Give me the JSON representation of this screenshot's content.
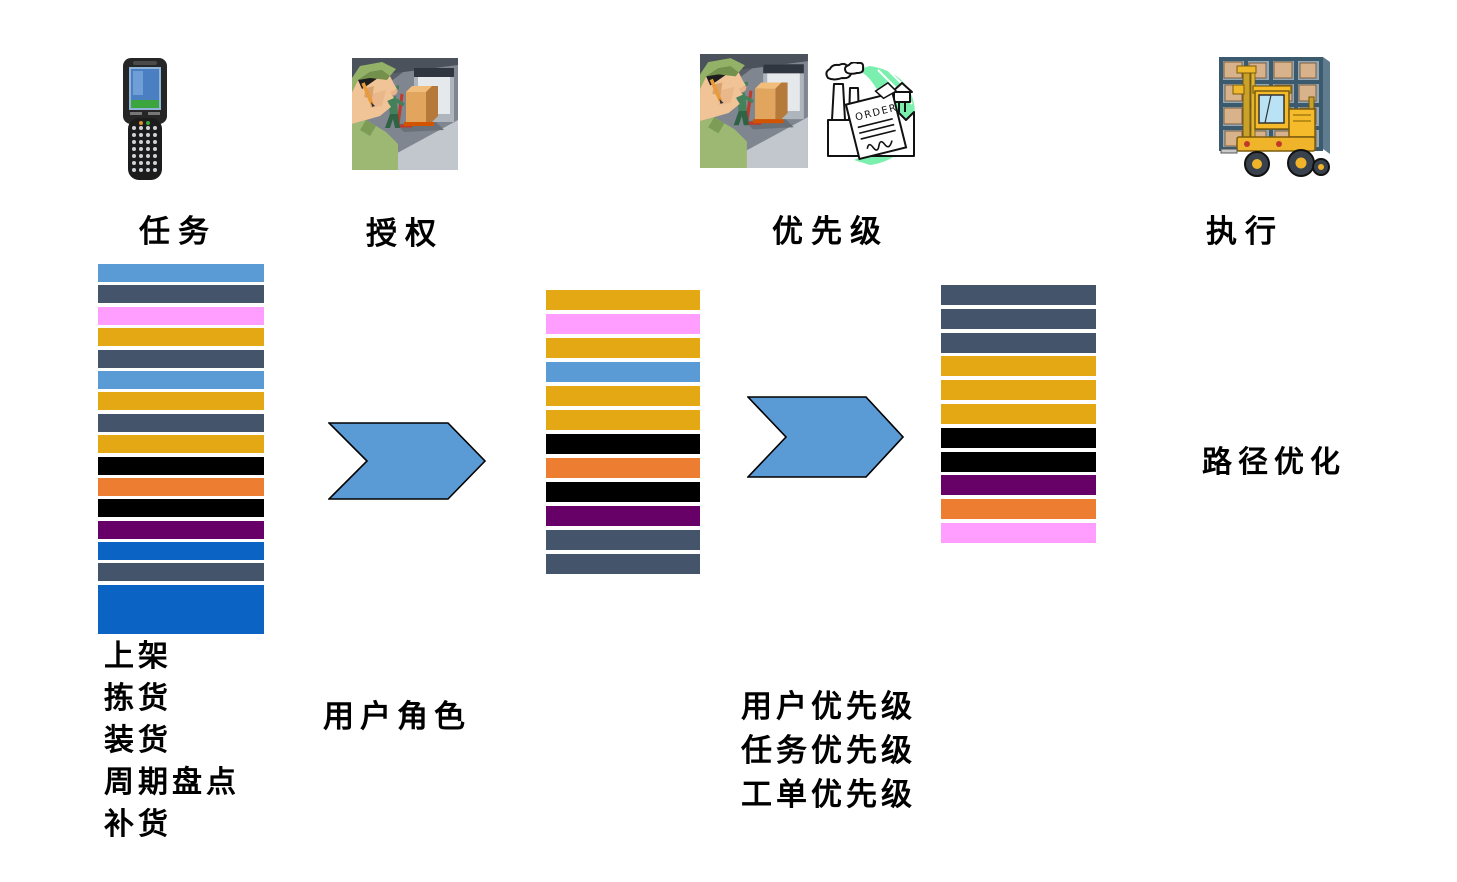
{
  "palette": {
    "lightblue": "#5B9BD5",
    "slate": "#44546A",
    "pink": "#FF9EFF",
    "gold": "#E3A814",
    "black": "#000000",
    "orange": "#ED7D31",
    "purple": "#670067",
    "blue": "#0B64C4",
    "arrow_fill": "#5B9BD5",
    "arrow_stroke": "#000000"
  },
  "titles": {
    "col1": "任务",
    "col2": "授权",
    "col3": "优先级",
    "col4": "执行"
  },
  "labels": {
    "col1_list": [
      "上架",
      "拣货",
      "装货",
      "周期盘点",
      "补货"
    ],
    "col2_label": "用户角色",
    "col3_list": [
      "用户优先级",
      "任务优先级",
      "工单优先级"
    ],
    "col4_label": "路径优化"
  },
  "icons": {
    "col1": "handheld-scanner-icon",
    "col2": "warehouse-worker-icon",
    "col3a": "warehouse-worker-icon",
    "col3b": "order-document-icon",
    "col4": "forklift-warehouse-icon"
  },
  "order_text": "ORDER",
  "stacks": {
    "stack1": {
      "tall_last": true,
      "bar_colors": [
        "lightblue",
        "slate",
        "pink",
        "gold",
        "slate",
        "lightblue",
        "gold",
        "slate",
        "gold",
        "black",
        "orange",
        "black",
        "purple",
        "blue",
        "slate",
        "blue"
      ]
    },
    "stack2": {
      "tall_last": false,
      "bar_colors": [
        "gold",
        "pink",
        "gold",
        "lightblue",
        "gold",
        "gold",
        "black",
        "orange",
        "black",
        "purple",
        "slate",
        "slate"
      ]
    },
    "stack3": {
      "tall_last": false,
      "bar_colors": [
        "slate",
        "slate",
        "slate",
        "gold",
        "gold",
        "gold",
        "black",
        "black",
        "purple",
        "orange",
        "pink"
      ]
    }
  }
}
